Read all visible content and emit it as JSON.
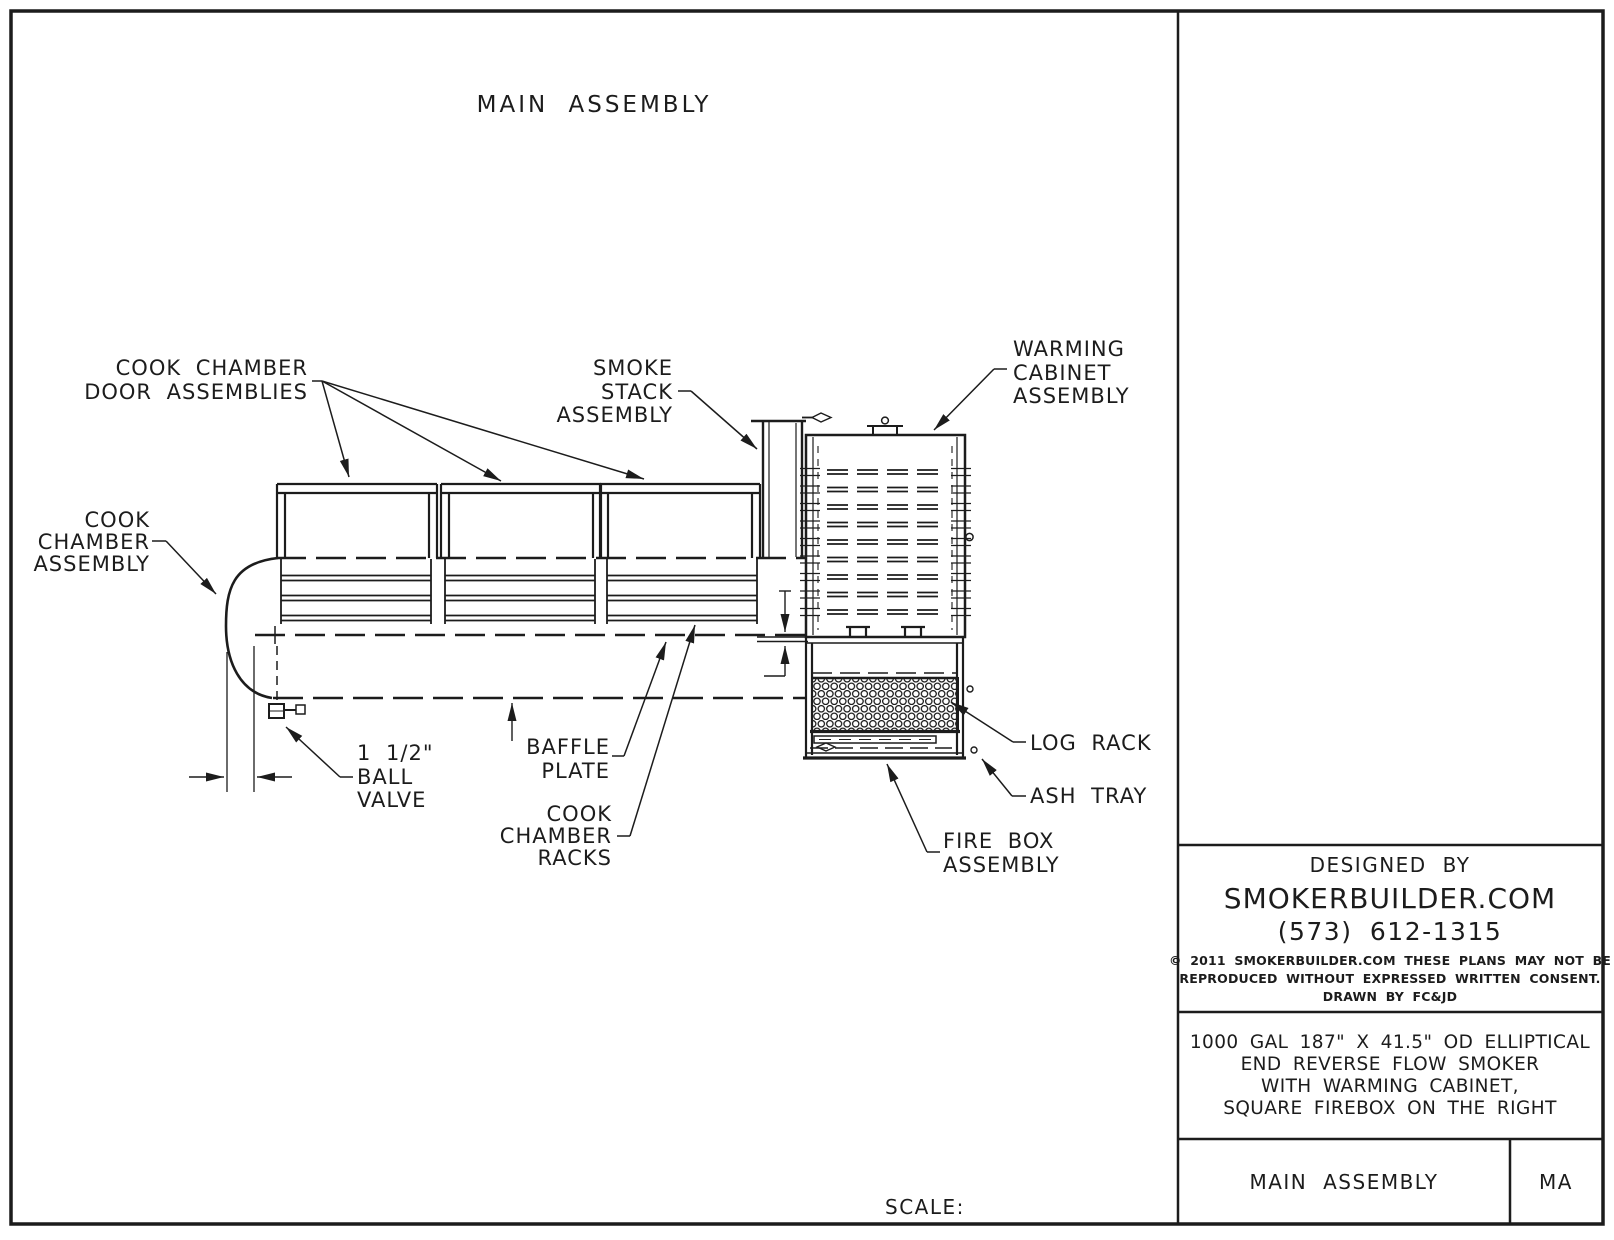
{
  "page": {
    "title": "MAIN ASSEMBLY",
    "scale_label": "SCALE:"
  },
  "drawing_labels": {
    "cook_chamber_door": [
      "COOK CHAMBER",
      "DOOR ASSEMBLIES"
    ],
    "cook_chamber_assembly": [
      "COOK",
      "CHAMBER",
      "ASSEMBLY"
    ],
    "smoke_stack": [
      "SMOKE",
      "STACK",
      "ASSEMBLY"
    ],
    "warming_cabinet": [
      "WARMING",
      "CABINET",
      "ASSEMBLY"
    ],
    "ball_valve": [
      "1 1/2\"",
      "BALL",
      "VALVE"
    ],
    "baffle_plate": [
      "BAFFLE",
      "PLATE"
    ],
    "cook_chamber_racks": [
      "COOK",
      "CHAMBER",
      "RACKS"
    ],
    "log_rack": "LOG RACK",
    "ash_tray": "ASH TRAY",
    "fire_box": [
      "FIRE BOX",
      "ASSEMBLY"
    ]
  },
  "title_block": {
    "designed_by": "DESIGNED BY",
    "company": "SMOKERBUILDER.COM",
    "phone": "(573) 612-1315",
    "copyright": [
      "© 2011 SMOKERBUILDER.COM THESE PLANS MAY NOT BE",
      "REPRODUCED WITHOUT EXPRESSED WRITTEN CONSENT.",
      "DRAWN BY FC&JD"
    ],
    "description": [
      "1000 GAL 187\" X 41.5\" OD ELLIPTICAL",
      "END REVERSE FLOW SMOKER",
      "WITH WARMING CABINET,",
      "SQUARE FIREBOX ON THE RIGHT"
    ],
    "sheet_title": "MAIN ASSEMBLY",
    "sheet_code": "MA"
  },
  "colors": {
    "ink": "#1c1c1c",
    "paper": "#ffffff"
  }
}
